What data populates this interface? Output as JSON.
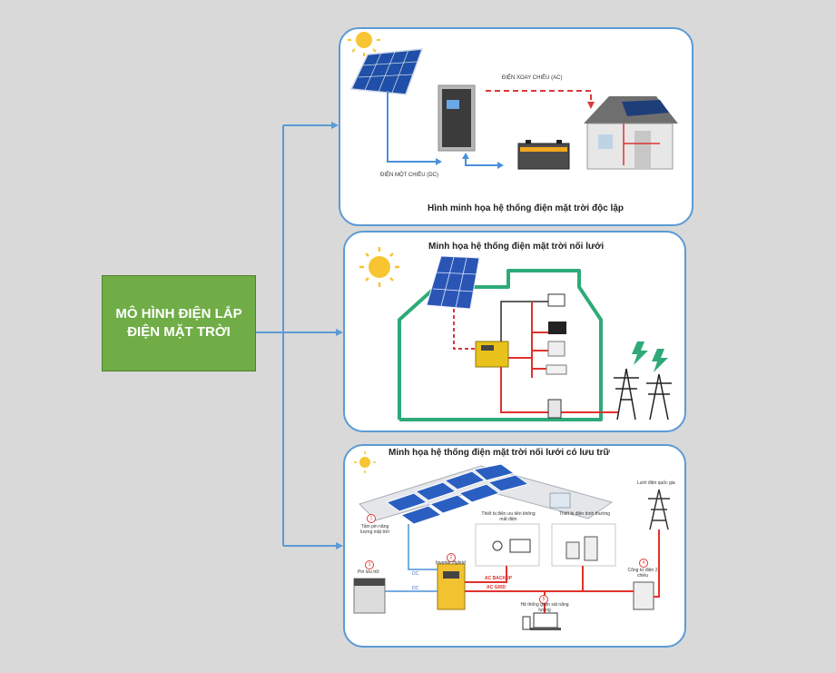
{
  "root": {
    "line1": "MÔ HÌNH ĐIỆN LẮP",
    "line2": "ĐIỆN MẶT TRỜI"
  },
  "panel1": {
    "ac_label": "ĐIỆN XOAY CHIỀU (AC)",
    "dc_label": "ĐIỆN MỘT CHIỀU (DC)",
    "caption": "Hình minh họa hệ thống điện mặt trời độc lập"
  },
  "panel2": {
    "title": "Minh họa hệ thống điện mặt trời nối lưới"
  },
  "panel3": {
    "title": "Minh họa hệ thống điện mặt trời nối lưới có lưu trữ",
    "items": {
      "n1": "1",
      "solar": "Tấm pin năng lượng mặt trời",
      "n2": "2",
      "inverter": "Inverter Hybrid",
      "n3": "3",
      "battery": "Pin lưu trữ",
      "n4": "4",
      "meter": "Công tơ điện 2 chiều",
      "n5": "5",
      "monitor": "Hệ thống giám sát năng lượng",
      "priority": "Thiết bị điện ưu tiên không mất điện",
      "normal": "Thiết bị điện bình thường",
      "grid": "Lưới điện quốc gia",
      "dc1": "DC",
      "dc2": "DC",
      "ac_backup": "AC BACKUP",
      "ac_grid": "AC GRID"
    }
  },
  "colors": {
    "connector": "#5b9bd5",
    "root_fill": "#70ad47",
    "house_green": "#2eaa78",
    "red_wire": "#e0322d",
    "blue_wire": "#4a90d9"
  }
}
